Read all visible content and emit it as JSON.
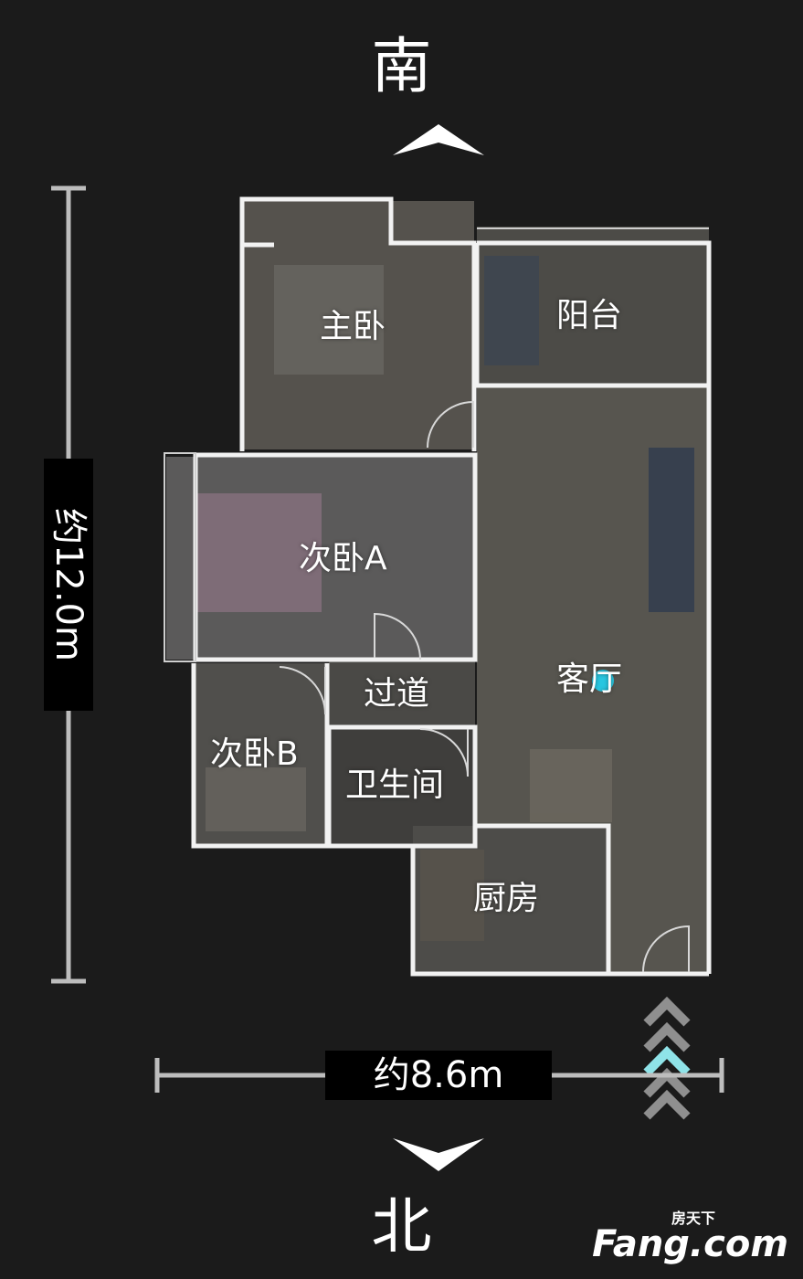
{
  "compass": {
    "south": "南",
    "north": "北"
  },
  "rooms": {
    "master_bedroom": "主卧",
    "balcony": "阳台",
    "second_bedroom_a": "次卧A",
    "living_room": "客厅",
    "corridor": "过道",
    "second_bedroom_b": "次卧B",
    "bathroom": "卫生间",
    "kitchen": "厨房"
  },
  "dimensions": {
    "width": "约8.6m",
    "height": "约12.0m"
  },
  "watermark": {
    "cn": "房天下",
    "en": "Fang.com"
  },
  "colors": {
    "background": "#1b1b1b",
    "wall": "#f2f2f2",
    "floor": "#4a4a45",
    "dimension_line": "#bdbdbd",
    "arrow_gray": "#8f8f8f",
    "arrow_cyan": "#8fe3e8",
    "camera_dot": "#29c6e0"
  },
  "icons": [
    "compass-arrow-up-icon",
    "compass-arrow-down-icon",
    "entrance-chevrons-icon",
    "camera-position-icon",
    "door-swing-icon"
  ]
}
